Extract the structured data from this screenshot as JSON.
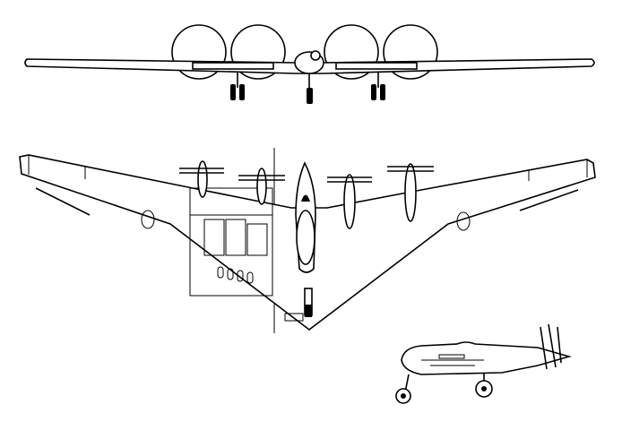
{
  "drawing": {
    "views": [
      "front-view",
      "top-view",
      "side-view"
    ],
    "line_color": "#000000",
    "background_color": "#ffffff"
  }
}
